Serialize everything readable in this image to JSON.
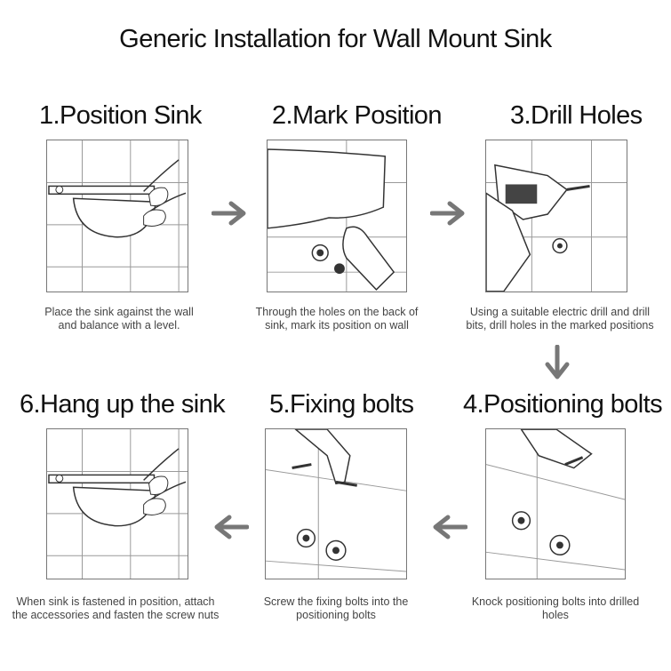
{
  "title": "Generic Installation for Wall Mount Sink",
  "steps": [
    {
      "title": "1.Position Sink",
      "caption_lines": [
        "Place the sink against the wall",
        "and balance with a level."
      ]
    },
    {
      "title": "2.Mark Position",
      "caption_lines": [
        "Through the holes on the back of",
        "sink, mark its position on wall"
      ]
    },
    {
      "title": "3.Drill Holes",
      "caption_lines": [
        "Using a suitable electric drill and drill",
        "bits, drill holes in the marked positions"
      ]
    },
    {
      "title": "4.Positioning bolts",
      "caption_lines": [
        "Knock positioning bolts into drilled",
        "holes"
      ]
    },
    {
      "title": "5.Fixing bolts",
      "caption_lines": [
        "Screw the fixing bolts into the",
        "positioning bolts"
      ]
    },
    {
      "title": "6.Hang up the sink",
      "caption_lines": [
        "When sink is fastened in position, attach",
        "the accessories and fasten the screw nuts"
      ]
    }
  ],
  "arrows": [
    "arrow-right",
    "arrow-right",
    "arrow-down",
    "arrow-left",
    "arrow-left"
  ]
}
